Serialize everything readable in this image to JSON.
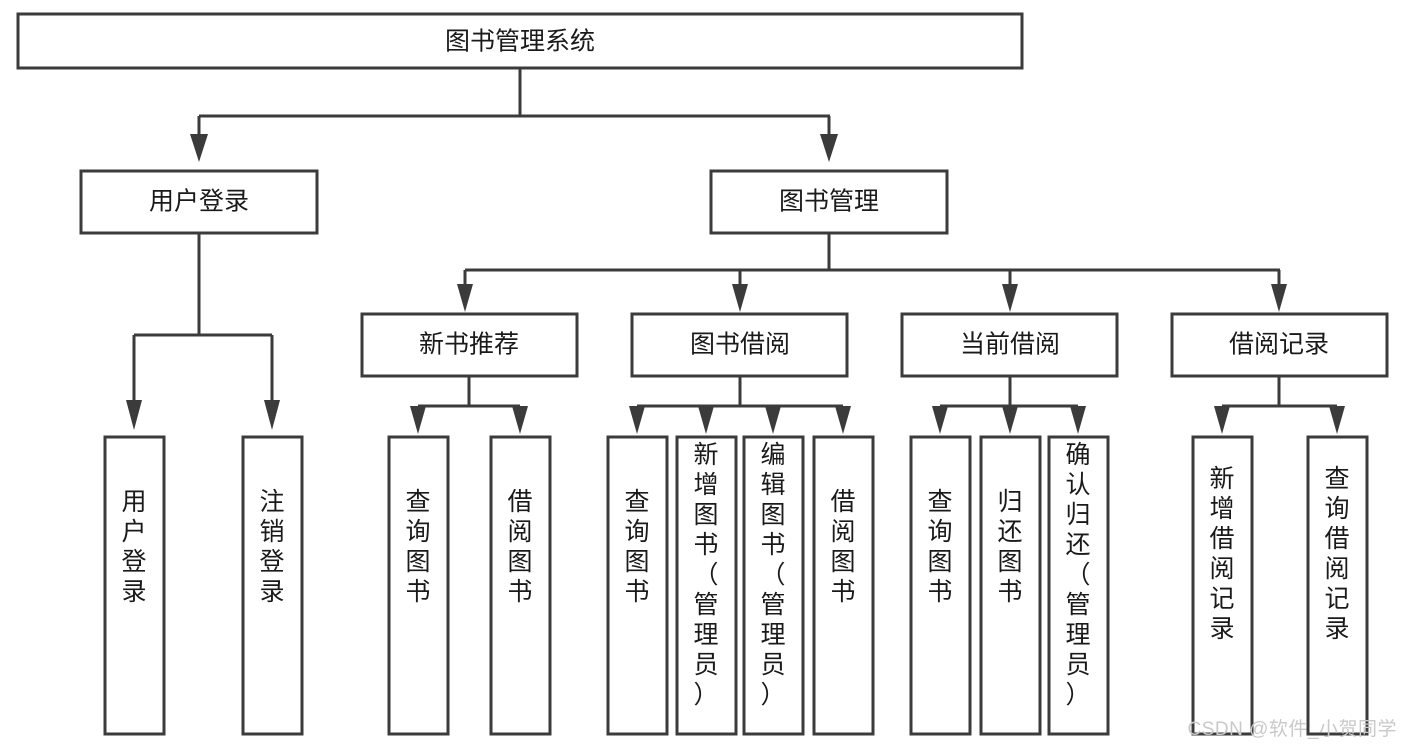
{
  "diagram": {
    "type": "tree-hierarchy-chart",
    "title": "图书管理系统",
    "watermark": "CSDN @软件_小贺同学",
    "colors": {
      "box_border": "#3b3b3b",
      "box_fill": "#ffffff",
      "text": "#1a1a1a",
      "connector": "#3b3b3b",
      "background": "#ffffff",
      "watermark": "#c9c9c9"
    },
    "root": {
      "label": "图书管理系统"
    },
    "level2": [
      {
        "label": "用户登录"
      },
      {
        "label": "图书管理"
      }
    ],
    "level3": [
      {
        "label": "新书推荐"
      },
      {
        "label": "图书借阅"
      },
      {
        "label": "当前借阅"
      },
      {
        "label": "借阅记录"
      }
    ],
    "leaves": {
      "user_login": [
        {
          "label": "用户登录"
        },
        {
          "label": "注销登录"
        }
      ],
      "new_book": [
        {
          "label": "查询图书"
        },
        {
          "label": "借阅图书"
        }
      ],
      "book_borrow": [
        {
          "label": "查询图书"
        },
        {
          "label": "新增图书（管理员）"
        },
        {
          "label": "编辑图书（管理员）"
        },
        {
          "label": "借阅图书"
        }
      ],
      "current_borrow": [
        {
          "label": "查询图书"
        },
        {
          "label": "归还图书"
        },
        {
          "label": "确认归还（管理员）"
        }
      ],
      "borrow_record": [
        {
          "label": "新增借阅记录"
        },
        {
          "label": "查询借阅记录"
        }
      ]
    }
  }
}
